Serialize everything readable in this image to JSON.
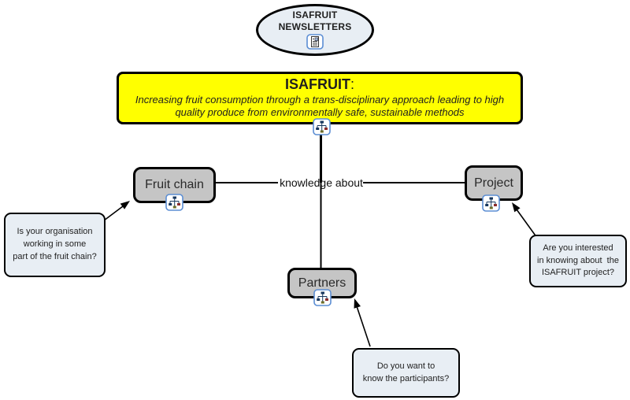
{
  "bubble": {
    "lines": [
      "ISAFRUIT",
      "NEWSLETTERS"
    ],
    "icon": "newsletter-icon"
  },
  "focus_box": {
    "title": "ISAFRUIT",
    "title_suffix": ":",
    "subtitle": "Increasing fruit consumption through a trans-disciplinary approach leading to high quality produce from environmentally safe, sustainable methods"
  },
  "linking_phrase": "knowledge about",
  "concepts": {
    "fruit_chain": {
      "label": "Fruit chain"
    },
    "project": {
      "label": "Project"
    },
    "partners": {
      "label": "Partners"
    }
  },
  "callouts": {
    "fruit_chain": {
      "lines": [
        "Is your organisation",
        "working in some",
        "part of the fruit chain?"
      ]
    },
    "project": {
      "lines": [
        "Are you interested",
        "in knowing about  the",
        "ISAFRUIT project?"
      ]
    },
    "partners": {
      "lines": [
        "Do you want to",
        "know the participants?"
      ]
    }
  },
  "icons": {
    "cmap_node": "concept-map-resource-icon",
    "newsletter": "newsletter-document-icon"
  },
  "colors": {
    "highlight_yellow": "#ffff00",
    "concept_fill": "#c5c5c5",
    "panel_fill": "#e8eef4",
    "border": "#000000",
    "icon_frame": "#5b8dd3"
  }
}
